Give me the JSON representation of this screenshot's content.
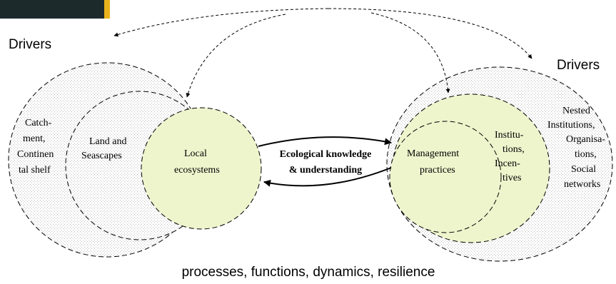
{
  "colors": {
    "background": "#ffffff",
    "ellipse_fill": "#eef4cc",
    "stipple": "#bdbdbd",
    "stroke": "#000000",
    "corner_block": "#1c2a2c",
    "corner_stripe": "#e8b21b"
  },
  "left": {
    "drivers": "Drivers",
    "outer": [
      "Catch-",
      "ment,",
      "Continen",
      "tal shelf"
    ],
    "middle": [
      "Land and",
      "Seascapes"
    ],
    "inner": [
      "Local",
      "ecosystems"
    ]
  },
  "right": {
    "drivers": "Drivers",
    "outer": [
      "Nested",
      "Institutions,",
      "Organisa-",
      "tions,",
      "Social",
      "networks"
    ],
    "middle": [
      "Institu-",
      "tions,",
      "Incen-",
      "tives"
    ],
    "inner": [
      "Management",
      "practices"
    ]
  },
  "center": [
    "Ecological knowledge",
    "& understanding"
  ],
  "footer": "processes, functions, dynamics, resilience"
}
